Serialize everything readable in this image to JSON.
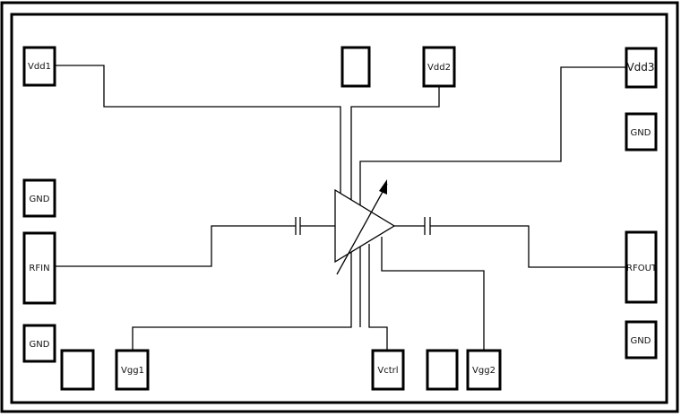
{
  "pads": {
    "vdd1": "Vdd1",
    "vdd2": "Vdd2",
    "vdd3": "Vdd3",
    "gnd_right_top": "GND",
    "gnd_left_top": "GND",
    "rfin": "RFIN",
    "rfout": "RFOUT",
    "gnd_left_bottom": "GND",
    "gnd_right_bottom": "GND",
    "vgg1": "Vgg1",
    "vctrl": "Vctrl",
    "vgg2": "Vgg2"
  }
}
